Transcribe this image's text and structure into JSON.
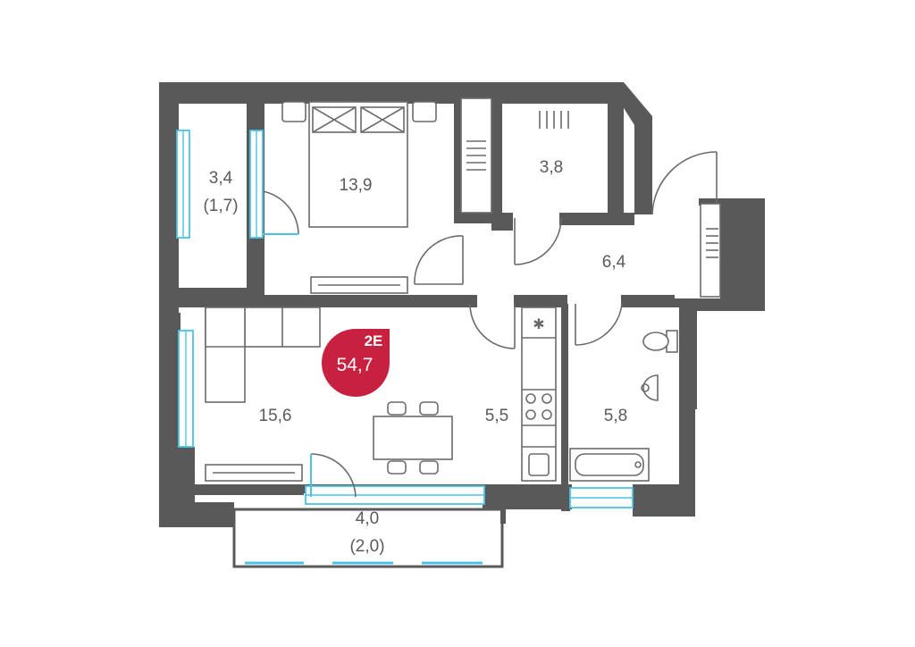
{
  "plan": {
    "badge": {
      "type_code": "2E",
      "total_area": "54,7",
      "color": "#c8213f"
    },
    "rooms": [
      {
        "id": "balcony-left",
        "area": "3,4",
        "reduced_area": "(1,7)"
      },
      {
        "id": "bedroom",
        "area": "13,9"
      },
      {
        "id": "wardrobe",
        "area": "3,8"
      },
      {
        "id": "hallway",
        "area": "6,4"
      },
      {
        "id": "living-room",
        "area": "15,6"
      },
      {
        "id": "kitchen",
        "area": "5,5"
      },
      {
        "id": "bathroom",
        "area": "5,8"
      },
      {
        "id": "balcony-bottom",
        "area": "4,0",
        "reduced_area": "(2,0)"
      }
    ],
    "colors": {
      "wall": "#595959",
      "window": "#49c4e8",
      "furniture": "#6b6b6b"
    }
  }
}
